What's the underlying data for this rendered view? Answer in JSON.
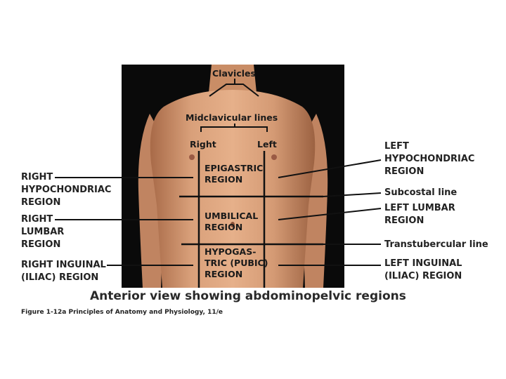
{
  "labels": {
    "clavicles": "Clavicles",
    "midclavicular": "Midclavicular lines",
    "right": "Right",
    "left": "Left",
    "epigastric": "EPIGASTRIC\nREGION",
    "umbilical": "UMBILICAL\nREGION",
    "hypogastric": "HYPOGAS-\nTRIC (PUBIC)\nREGION",
    "right_hypochondriac": "RIGHT\nHYPOCHONDRIAC\nREGION",
    "right_lumbar": "RIGHT\nLUMBAR\nREGION",
    "right_inguinal": "RIGHT INGUINAL\n(ILIAC) REGION",
    "left_hypochondriac": "LEFT\nHYPOCHONDRIAC\nREGION",
    "subcostal": "Subcostal line",
    "left_lumbar": "LEFT LUMBAR\nREGION",
    "transtubercular": "Transtubercular line",
    "left_inguinal": "LEFT INGUINAL\n(ILIAC) REGION"
  },
  "caption": "Anterior view showing abdominopelvic regions",
  "figure_ref": "Figure 1-12a  Principles of Anatomy and Physiology, 11/e",
  "colors": {
    "background_photo": "#0a0a0a",
    "skin": "#d9a07a",
    "line": "#111111"
  }
}
